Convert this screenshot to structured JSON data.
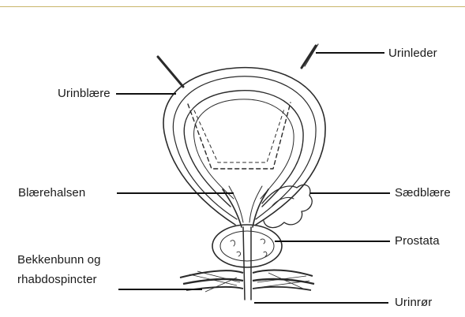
{
  "labels": {
    "urinleder": "Urinleder",
    "urinblaere": "Urinblære",
    "blaerehalsen": "Blærehalsen",
    "saedblaere": "Sædblære",
    "prostata": "Prostata",
    "bekkenbunn_line1": "Bekkenbunn og",
    "bekkenbunn_line2": "rhabdospincter",
    "urinror": "Urinrør"
  },
  "colors": {
    "rule": "#c9b56a",
    "ink": "#1a1a1a"
  }
}
